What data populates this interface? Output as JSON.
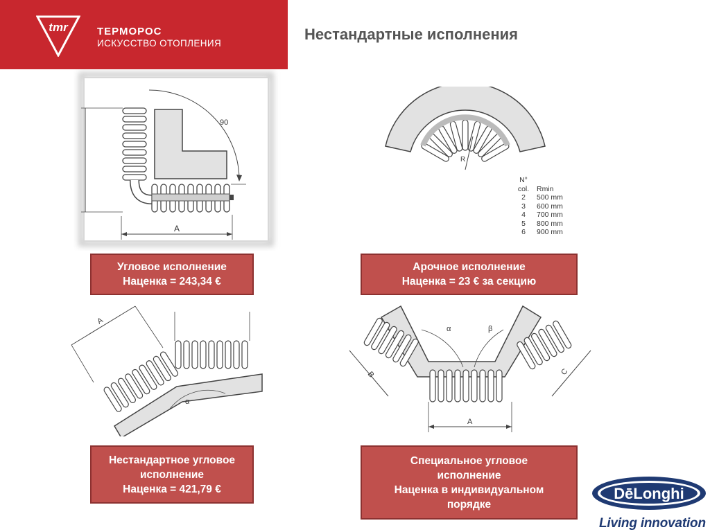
{
  "header": {
    "brand_name": "ТЕРМОРОС",
    "brand_tagline": "ИСКУССТВО ОТОПЛЕНИЯ",
    "logo_text": "tmr",
    "title": "Нестандартные исполнения"
  },
  "diagrams": {
    "corner": {
      "angle_label": "90",
      "dim_label": "A"
    },
    "arch": {
      "radius_label": "R"
    },
    "nonstd": {
      "dim_label": "A",
      "angle_label": "α"
    },
    "special": {
      "alpha_label": "α",
      "beta_label": "β",
      "dim_a": "A",
      "dim_b": "B",
      "dim_c": "C"
    }
  },
  "radius_table": {
    "header_no": "N°",
    "col_head_1": "col.",
    "col_head_2": "Rmin",
    "rows": [
      {
        "col": "2",
        "rmin": "500 mm"
      },
      {
        "col": "3",
        "rmin": "600 mm"
      },
      {
        "col": "4",
        "rmin": "700 mm"
      },
      {
        "col": "5",
        "rmin": "800 mm"
      },
      {
        "col": "6",
        "rmin": "900 mm"
      }
    ]
  },
  "captions": {
    "corner": {
      "line1": "Угловое исполнение",
      "line2": "Наценка = 243,34 €"
    },
    "arch": {
      "line1": "Арочное исполнение",
      "line2": "Наценка = 23 € за секцию"
    },
    "nonstd": {
      "line1": "Нестандартное угловое",
      "line2": "исполнение",
      "line3": "Наценка = 421,79 €"
    },
    "special": {
      "line1": "Специальное угловое",
      "line2": "исполнение",
      "line3": "Наценка в индивидуальном",
      "line4": "порядке"
    }
  },
  "footer": {
    "brand": "DēLonghi",
    "tagline": "Living innovation"
  },
  "colors": {
    "header_red": "#c8272e",
    "caption_fill": "#c0504d",
    "caption_border": "#8c3130",
    "title_gray": "#555555",
    "delonghi_blue": "#1f3a73"
  }
}
